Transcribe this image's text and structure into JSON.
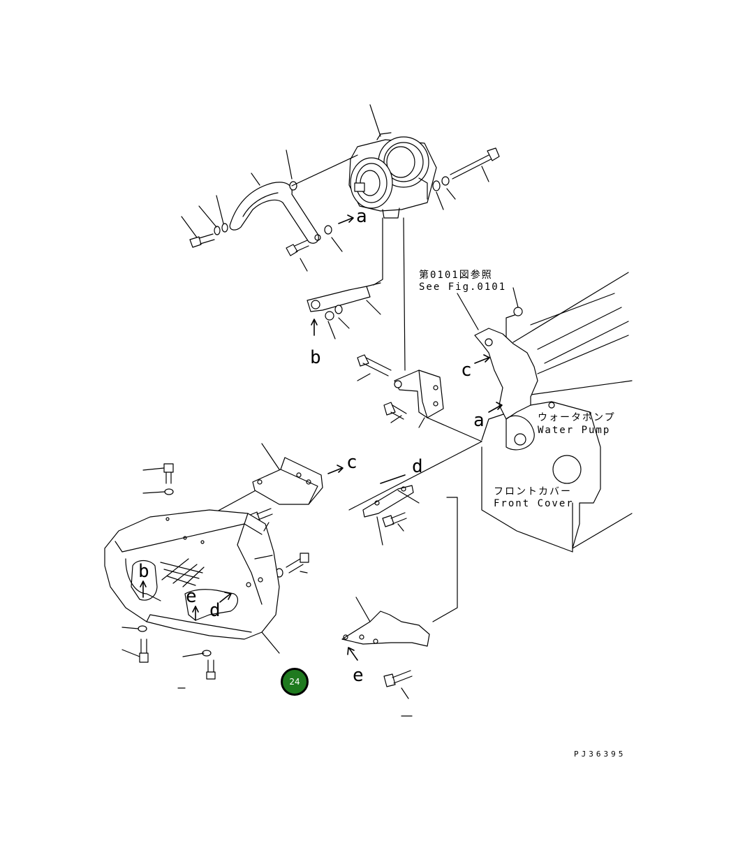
{
  "reference": {
    "ja": "第0101図参照",
    "en": "See Fig.0101"
  },
  "labels": {
    "water_pump_ja": "ウォータポンプ",
    "water_pump_en": "Water Pump",
    "front_cover_ja": "フロントカバー",
    "front_cover_en": "Front Cover"
  },
  "arrow_letters": {
    "a1": "a",
    "a2": "a",
    "b1": "b",
    "b2": "b",
    "c1": "c",
    "c2": "c",
    "d1": "d",
    "d2": "d",
    "e1": "e",
    "e2": "e"
  },
  "drawing_code": "PJ36395",
  "badge": {
    "number": "24",
    "color": "#1f7a1f"
  }
}
